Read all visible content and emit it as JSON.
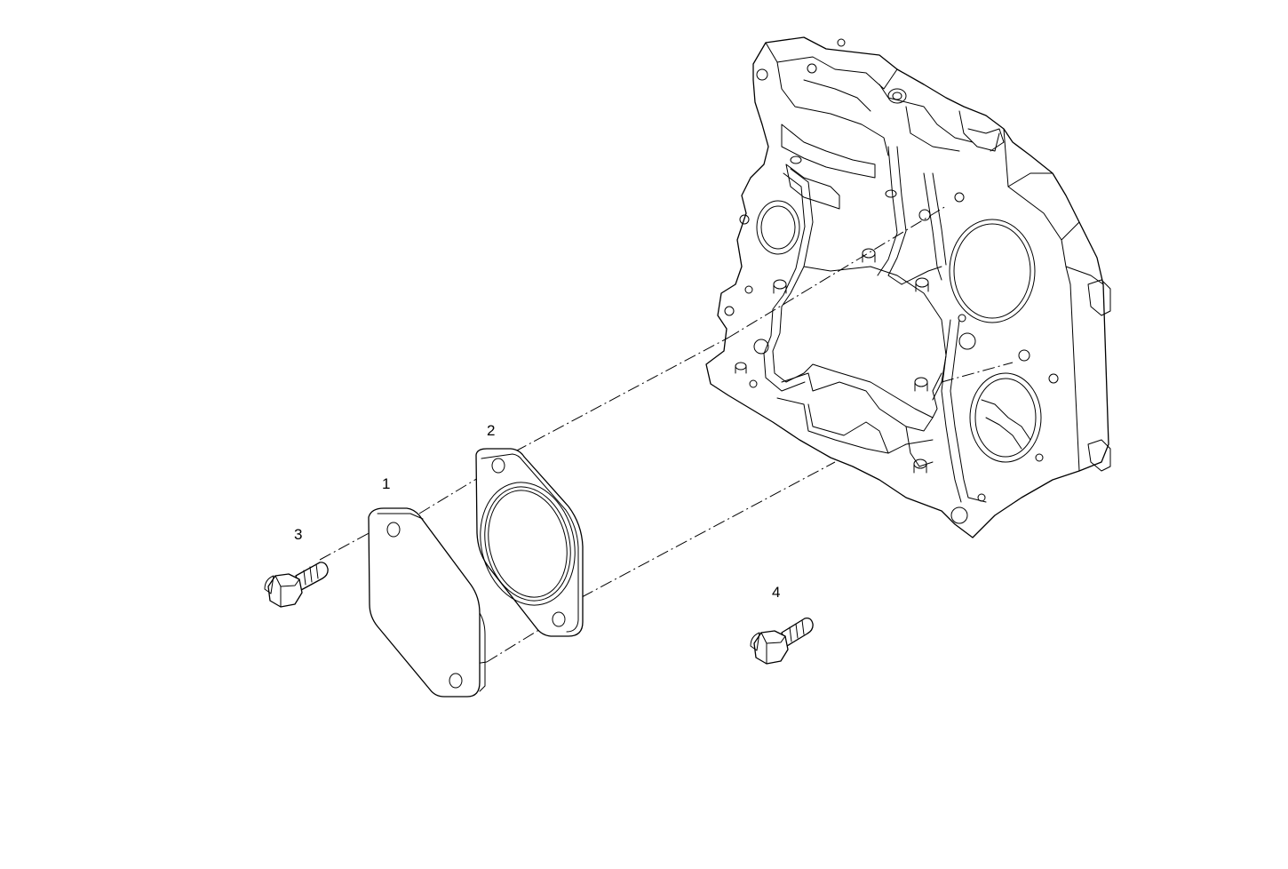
{
  "drawing": {
    "description_none": "",
    "callouts": [
      {
        "id": "1",
        "label": "1"
      },
      {
        "id": "2",
        "label": "2"
      },
      {
        "id": "3",
        "label": "3"
      },
      {
        "id": "4",
        "label": "4"
      }
    ]
  }
}
